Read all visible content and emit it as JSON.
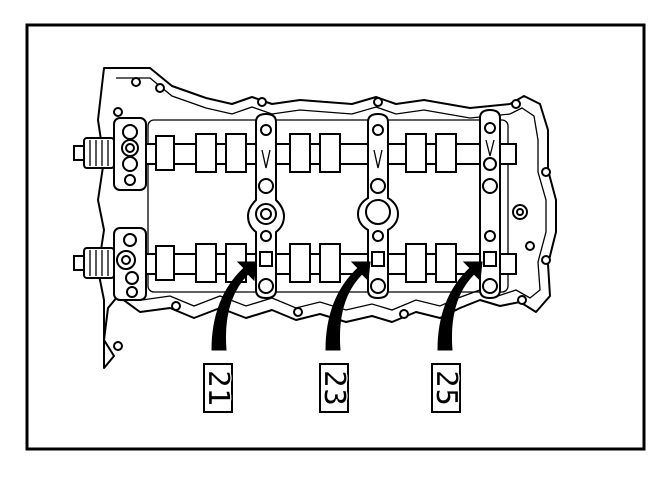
{
  "diagram": {
    "callouts": [
      {
        "id": "c1",
        "label": "21"
      },
      {
        "id": "c2",
        "label": "23"
      },
      {
        "id": "c3",
        "label": "25"
      }
    ]
  }
}
